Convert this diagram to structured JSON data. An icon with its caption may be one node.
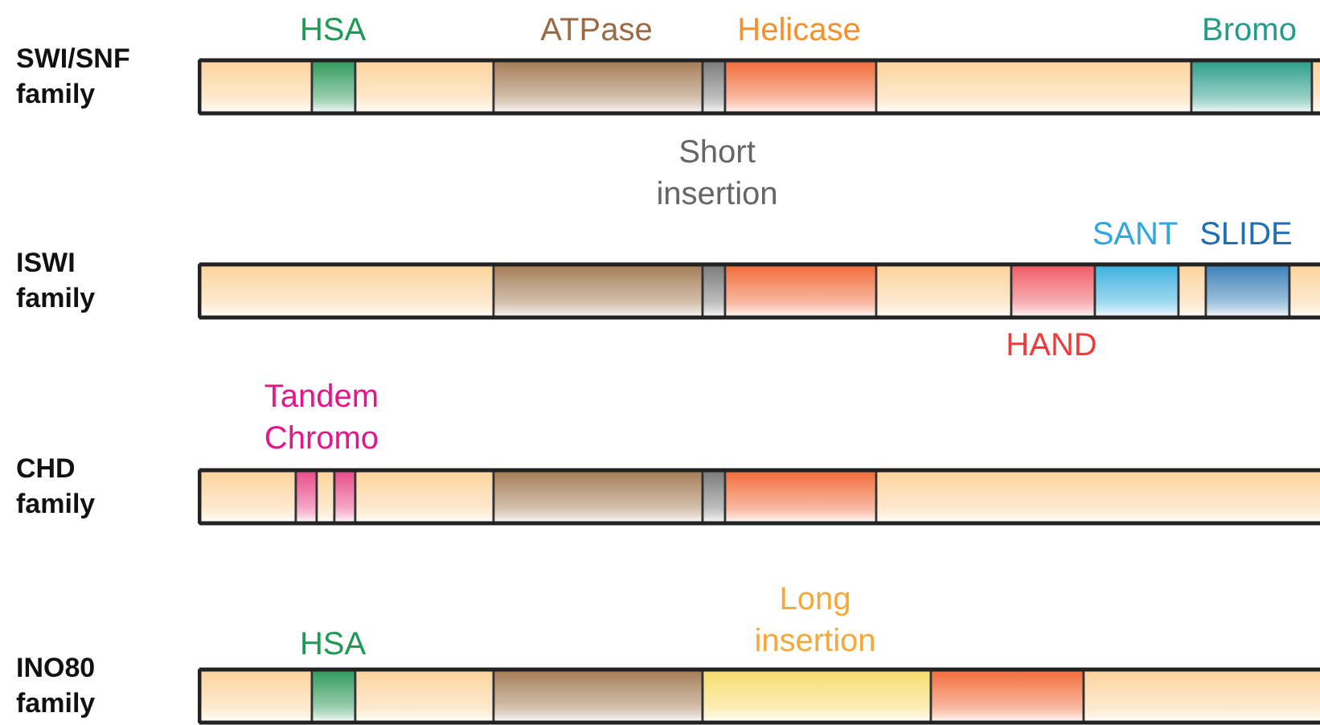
{
  "diagram": {
    "nodes": [
      {
        "text": [
          "SWI/SNF family"
        ]
      },
      {
        "text": [
          "ISWI family"
        ]
      },
      {
        "text": [
          "CHD family"
        ]
      },
      {
        "text": [
          "INO80 family"
        ]
      }
    ],
    "labels": [
      "HSA",
      "ATPase",
      "Helicase",
      "Bromo",
      "Short insertion",
      "SANT",
      "SLIDE",
      "HAND",
      "Tandem Chromo",
      "Long insertion",
      "HSA"
    ]
  }
}
